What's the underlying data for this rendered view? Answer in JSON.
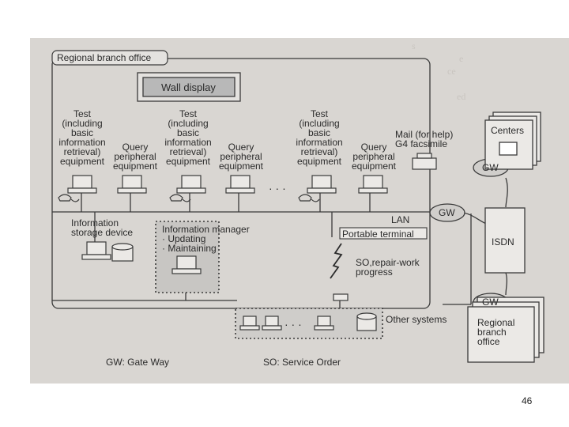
{
  "diagram": {
    "regional_office": "Regional branch office",
    "wall_display": "Wall display",
    "terminals": [
      {
        "id": "t1",
        "lines": [
          "Test",
          "(including",
          "basic",
          "information",
          "retrieval)",
          "equipment"
        ]
      },
      {
        "id": "t2",
        "lines": [
          "Query",
          "peripheral",
          "equipment"
        ]
      },
      {
        "id": "t3",
        "lines": [
          "Test",
          "(including",
          "basic",
          "information",
          "retrieval)",
          "equipment"
        ]
      },
      {
        "id": "t4",
        "lines": [
          "Query",
          "peripheral",
          "equipment"
        ]
      },
      {
        "id": "t5",
        "lines": [
          "Test",
          "(including",
          "basic",
          "information",
          "retrieval)",
          "equipment"
        ]
      },
      {
        "id": "t6",
        "lines": [
          "Query",
          "peripheral",
          "equipment"
        ]
      }
    ],
    "mail": [
      "Mail (for help)",
      "G4 facsimile"
    ],
    "ellipsis": "· · ·",
    "lan": "LAN",
    "gateway": "GW",
    "isdn": "ISDN",
    "centers": "Centers",
    "info_storage": [
      "Information",
      "storage device"
    ],
    "info_manager": [
      "Information manager",
      "· Updating",
      "· Maintaining"
    ],
    "portable_terminal": "Portable terminal",
    "so_progress": [
      "SO,repair-work",
      "progress"
    ],
    "other_systems": "Other systems",
    "branch_office": [
      "Regional",
      "branch",
      "office"
    ],
    "legend_gw": "GW: Gate Way",
    "legend_so": "SO: Service Order"
  },
  "page_number": "46",
  "colors": {
    "scan_bg": "#d9d6d2",
    "line": "#3a3a3a",
    "box_fill": "#ebe9e6",
    "display_fill": "#b8b8b8"
  }
}
